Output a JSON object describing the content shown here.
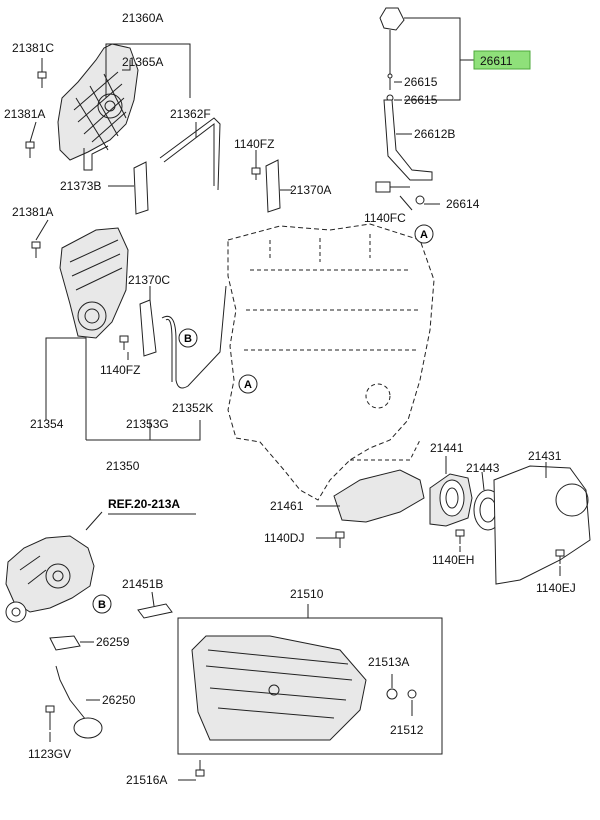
{
  "diagram": {
    "reference": "REF.20-213A",
    "highlight_color": "#8fe07a",
    "highlight_part": "26611",
    "callouts": [
      "A",
      "A",
      "B",
      "B"
    ],
    "part_numbers": {
      "p21360A": "21360A",
      "p21381C": "21381C",
      "p21365A": "21365A",
      "p21381A_top": "21381A",
      "p21362F": "21362F",
      "p1140FZ_top": "1140FZ",
      "p21373B": "21373B",
      "p21370A": "21370A",
      "p21381A_mid": "21381A",
      "p21370C": "21370C",
      "p1140FZ_mid": "1140FZ",
      "p21354": "21354",
      "p21353G": "21353G",
      "p21352K": "21352K",
      "p21350": "21350",
      "p26611": "26611",
      "p26615_a": "26615",
      "p26615_b": "26615",
      "p26612B": "26612B",
      "p1140FC": "1140FC",
      "p26614": "26614",
      "p21441": "21441",
      "p21443": "21443",
      "p21431": "21431",
      "p21461": "21461",
      "p1140DJ": "1140DJ",
      "p1140EH": "1140EH",
      "p1140EJ": "1140EJ",
      "p21451B": "21451B",
      "p26259": "26259",
      "p26250": "26250",
      "p1123GV": "1123GV",
      "p21510": "21510",
      "p21513A": "21513A",
      "p21512": "21512",
      "p21516A": "21516A"
    }
  }
}
